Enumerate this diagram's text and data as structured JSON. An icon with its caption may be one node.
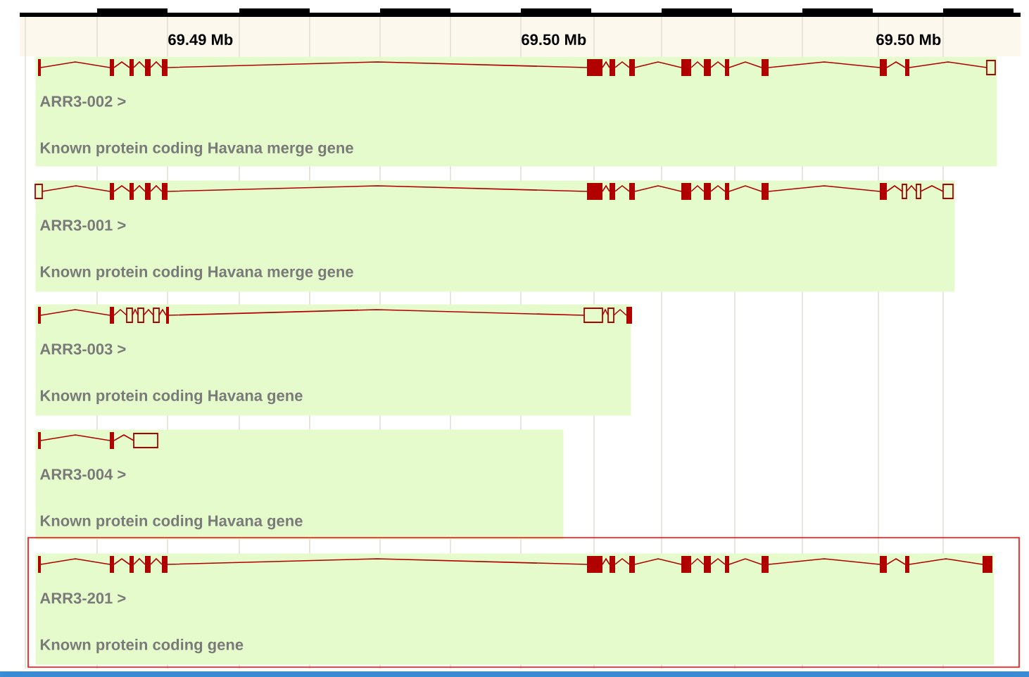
{
  "diagram": {
    "nodes": [
      {
        "text": [
          "ARR3-002 >",
          "Known protein coding Havana merge gene"
        ]
      },
      {
        "text": [
          "ARR3-001 >",
          "Known protein coding Havana merge gene"
        ]
      },
      {
        "text": [
          "ARR3-003 >",
          "Known protein coding Havana gene"
        ]
      },
      {
        "text": [
          "ARR3-004 >",
          "Known protein coding Havana gene"
        ]
      },
      {
        "text": [
          "ARR3-201 >",
          "Known protein coding gene"
        ]
      }
    ],
    "labels": [
      "69.49 Mb",
      "69.50 Mb",
      "69.50 Mb"
    ]
  }
}
